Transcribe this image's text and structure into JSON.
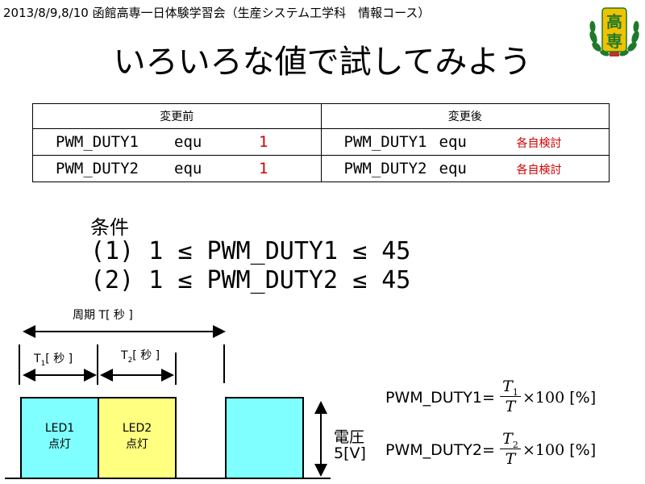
{
  "header": {
    "text": "2013/8/9,8/10 函館高専一日体験学習会（生産システム工学科　情報コース）"
  },
  "logo": {
    "text": "高専",
    "color": "#1e7a2a",
    "accent": "#f2c200"
  },
  "title": "いろいろな値で試してみよう",
  "table": {
    "before_header": "変更前",
    "after_header": "変更後",
    "rows": [
      {
        "name": "PWM_DUTY1",
        "op": "equ",
        "before": "1",
        "after": "各自検討"
      },
      {
        "name": "PWM_DUTY2",
        "op": "equ",
        "before": "1",
        "after": "各自検討"
      }
    ]
  },
  "conditions": {
    "label": "条件",
    "items": [
      "(1) 1 ≤ PWM_DUTY1 ≤ 45",
      "(2) 1 ≤ PWM_DUTY2 ≤ 45"
    ]
  },
  "diagram": {
    "period": "周期 T[ 秒 ]",
    "t1": "T",
    "t1_sub": "1",
    "t1_unit": "[ 秒 ]",
    "t2": "T",
    "t2_sub": "2",
    "t2_unit": "[ 秒 ]",
    "led1_line1": "LED1",
    "led1_line2": "点灯",
    "led2_line1": "LED2",
    "led2_line2": "点灯",
    "voltage_line1": "電圧",
    "voltage_line2": "5[V]",
    "colors": {
      "led1": "#7fffff",
      "led2": "#ffff80"
    }
  },
  "formulas": [
    {
      "label": "PWM_DUTY1=",
      "num": "T",
      "num_sub": "1",
      "den": "T",
      "times": "×100",
      "unit": " [%]"
    },
    {
      "label": "PWM_DUTY2=",
      "num": "T",
      "num_sub": "2",
      "den": "T",
      "times": "×100",
      "unit": " [%]"
    }
  ]
}
